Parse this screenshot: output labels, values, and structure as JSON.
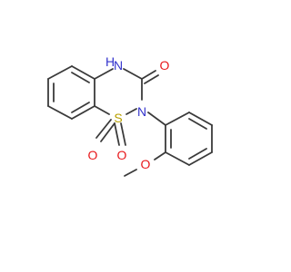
{
  "molecule": {
    "atoms": {
      "nh": "H",
      "n_amide": "N",
      "o_carbonyl": "O",
      "n2": "N",
      "s": "S",
      "o_s1": "O",
      "o_s2": "O",
      "o_methoxy": "O"
    },
    "colors": {
      "bond": "#3a3a3a",
      "N": "#3333cc",
      "O": "#e8191c",
      "S": "#b8a000"
    }
  }
}
